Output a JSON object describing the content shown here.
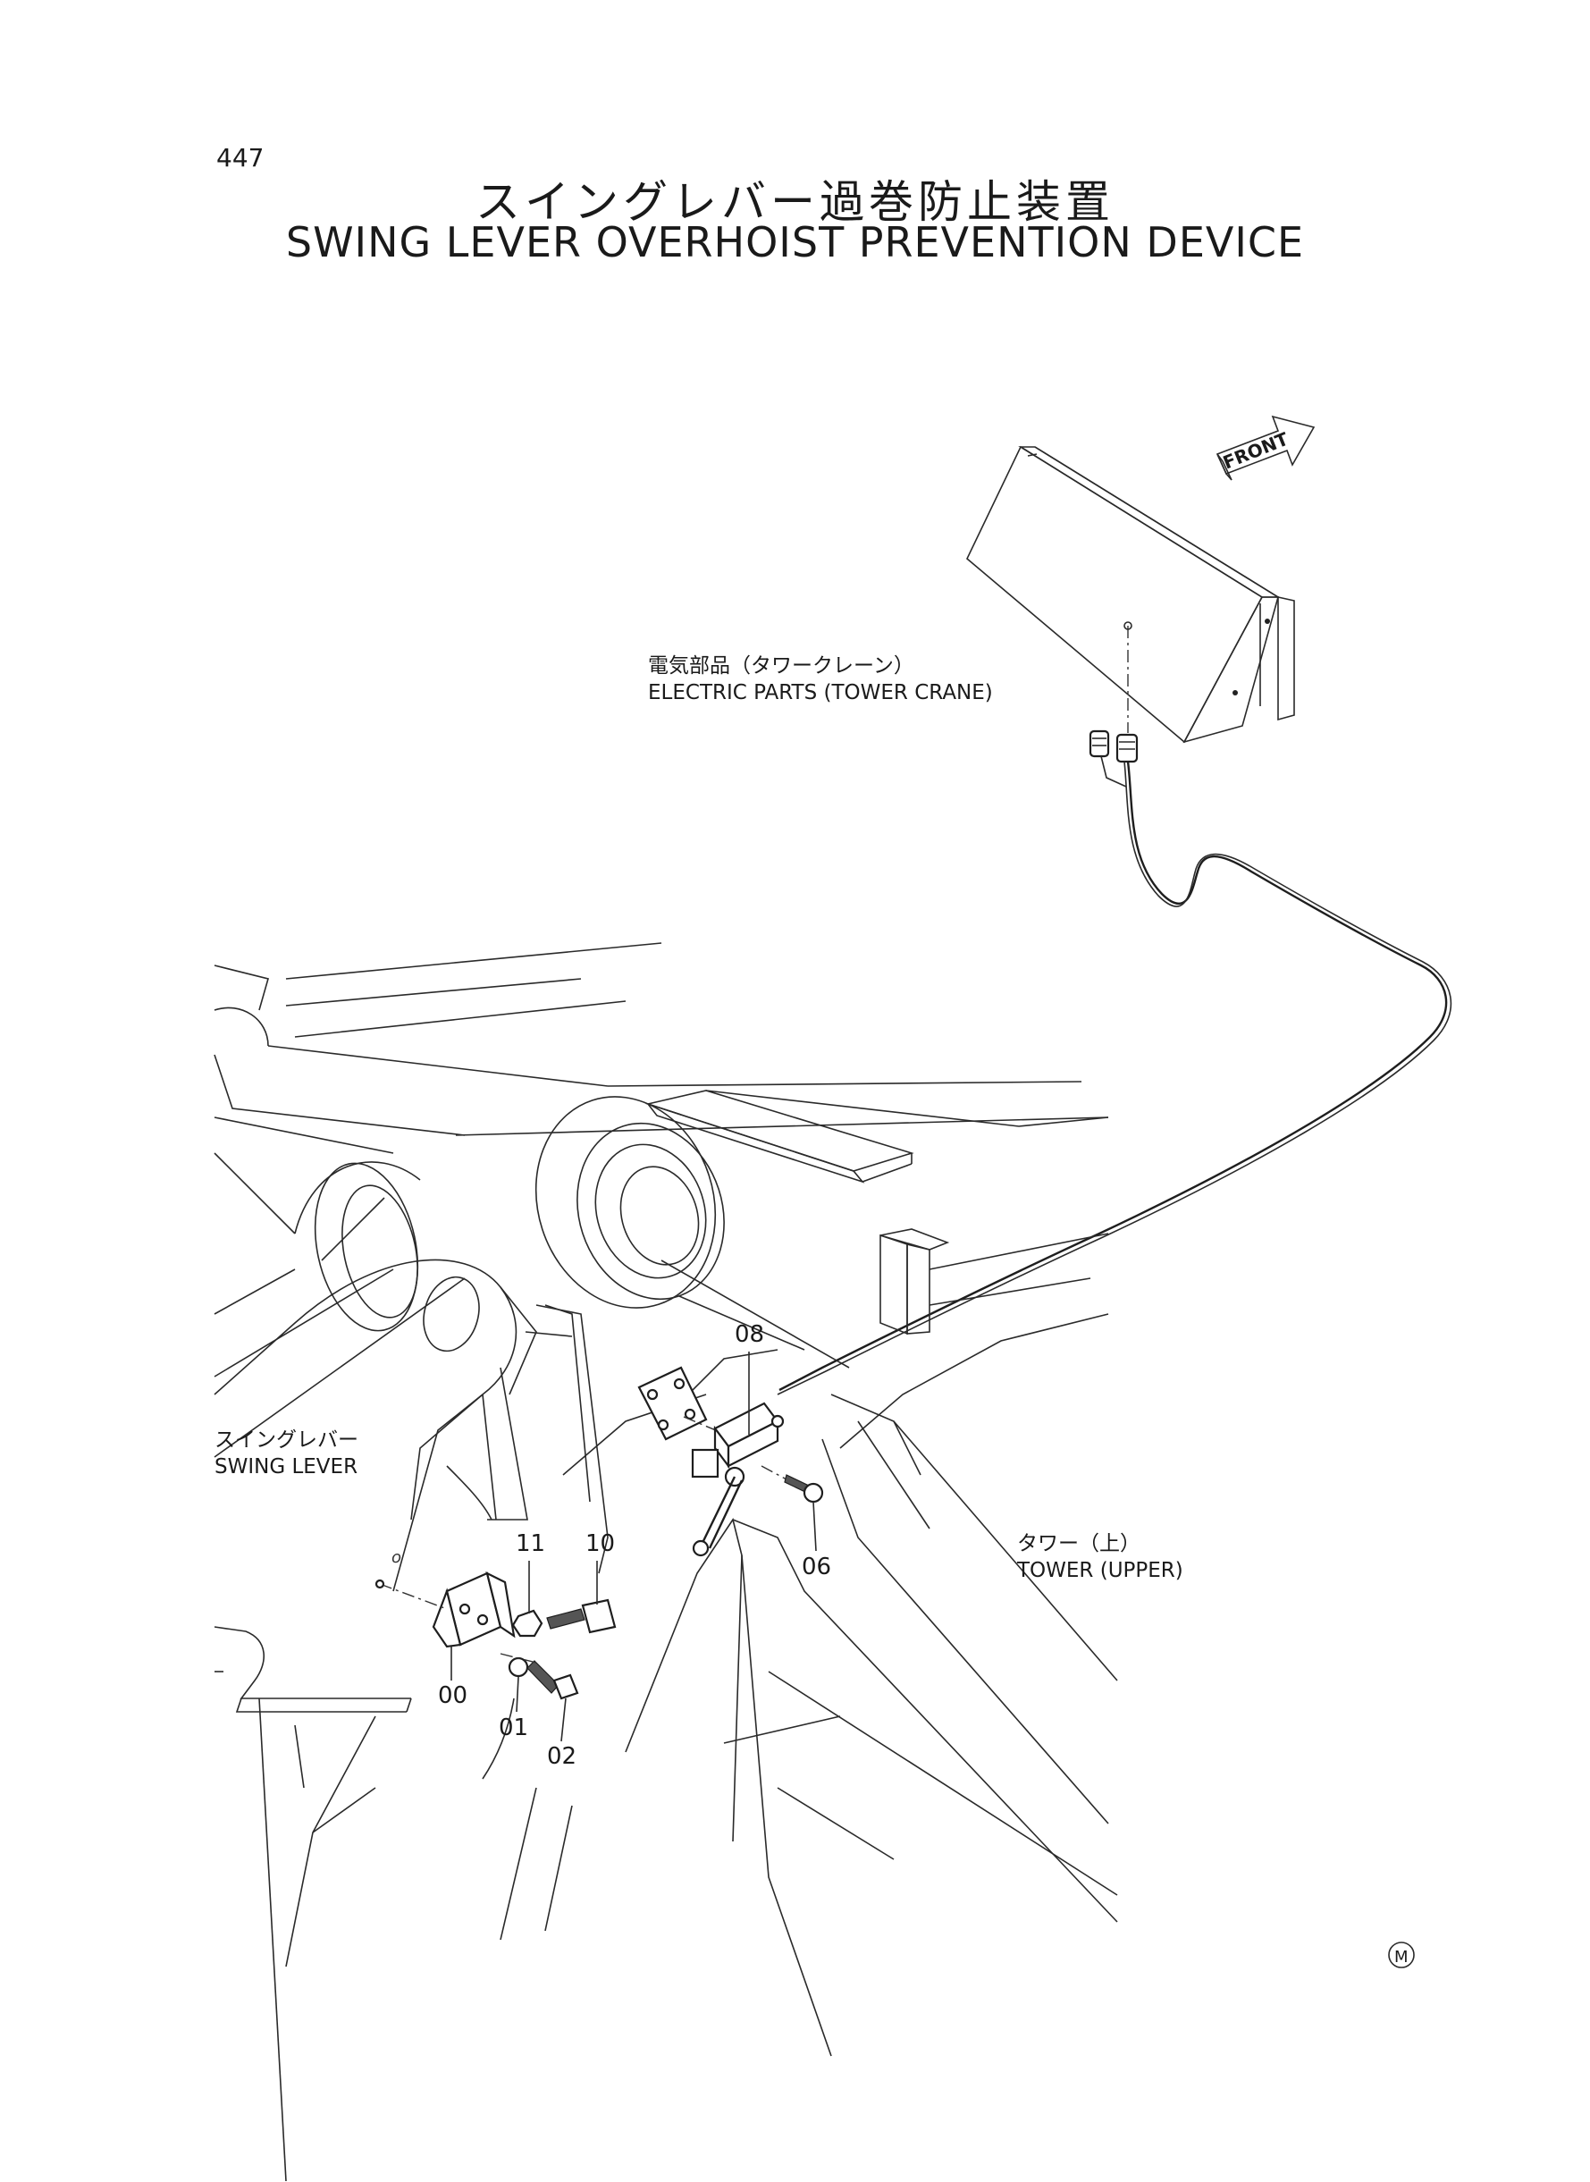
{
  "page": {
    "number": "447",
    "title_jp": "スイングレバー過巻防止装置",
    "title_en": "SWING LEVER OVERHOIST PREVENTION DEVICE"
  },
  "labels": {
    "electric_jp": "電気部品（タワークレーン）",
    "electric_en": "ELECTRIC PARTS (TOWER CRANE)",
    "swing_jp": "スイングレバー",
    "swing_en": "SWING LEVER",
    "tower_jp": "タワー（上）",
    "tower_en": "TOWER (UPPER)",
    "front": "FRONT",
    "mark": "M"
  },
  "callouts": {
    "c08": "08",
    "c11": "11",
    "c10": "10",
    "c06": "06",
    "c00": "00",
    "c01": "01",
    "c02": "02"
  }
}
